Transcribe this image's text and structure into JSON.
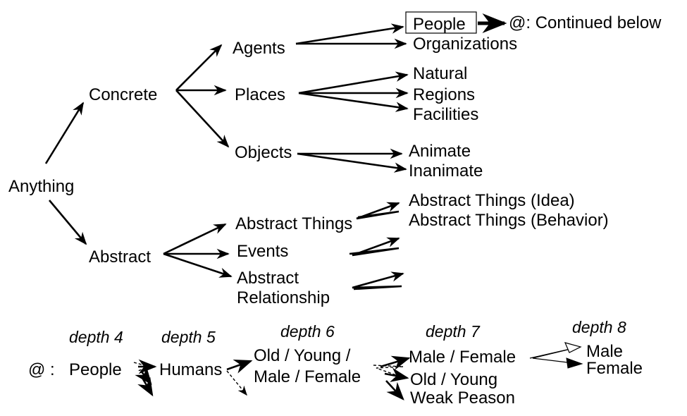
{
  "nodes": {
    "anything": "Anything",
    "concrete": "Concrete",
    "abstract": "Abstract",
    "agents": "Agents",
    "places": "Places",
    "objects": "Objects",
    "abstract_things": "Abstract Things",
    "events": "Events",
    "abstract_relationship_1": "Abstract",
    "abstract_relationship_2": "Relationship",
    "people": "People",
    "organizations": "Organizations",
    "natural": "Natural",
    "regions": "Regions",
    "facilities": "Facilities",
    "animate": "Animate",
    "inanimate": "Inanimate",
    "abstract_idea": "Abstract Things (Idea)",
    "abstract_behavior": "Abstract Things (Behavior)",
    "continued": "@: Continued below"
  },
  "lower": {
    "at_marker": "@ :",
    "people": "People",
    "humans": "Humans",
    "d6_line1": "Old / Young /",
    "d6_line2": "Male / Female",
    "d7_male_female": "Male / Female",
    "d7_old_young": "Old / Young",
    "d7_weak": "Weak Peason",
    "d8_male": "Male",
    "d8_female": "Female"
  },
  "depths": {
    "d4": "depth 4",
    "d5": "depth 5",
    "d6": "depth 6",
    "d7": "depth 7",
    "d8": "depth 8"
  }
}
